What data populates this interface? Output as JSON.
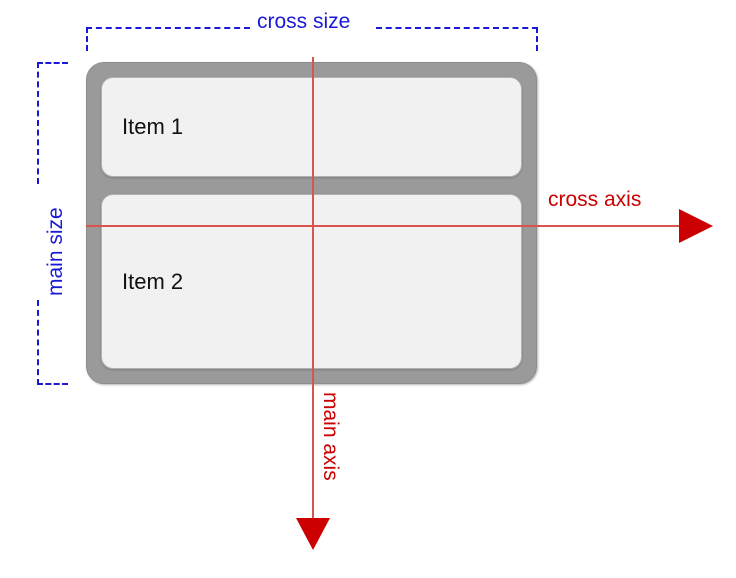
{
  "diagram": {
    "title": "flex-direction column diagram",
    "background_color": "#ffffff",
    "container": {
      "border_color": "#9a9a9a",
      "items": [
        {
          "label": "Item 1"
        },
        {
          "label": "Item 2"
        }
      ]
    },
    "measurements": {
      "color": "#1a1ad6",
      "cross_size_label": "cross size",
      "main_size_label": "main size"
    },
    "axes": {
      "color": "#cc0000",
      "line_color": "#d9534f",
      "cross_axis_label": "cross axis",
      "main_axis_label": "main axis"
    }
  },
  "chart_data": {
    "type": "diagram",
    "title": "Flexbox main axis / cross axis (column direction)",
    "annotations": [
      {
        "name": "cross size",
        "orientation": "horizontal",
        "color": "#1a1ad6",
        "spans": "container width"
      },
      {
        "name": "main size",
        "orientation": "vertical",
        "color": "#1a1ad6",
        "spans": "container height"
      },
      {
        "name": "cross axis",
        "orientation": "horizontal",
        "direction": "right",
        "color": "#cc0000"
      },
      {
        "name": "main axis",
        "orientation": "vertical",
        "direction": "down",
        "color": "#cc0000"
      }
    ],
    "items": [
      "Item 1",
      "Item 2"
    ]
  }
}
